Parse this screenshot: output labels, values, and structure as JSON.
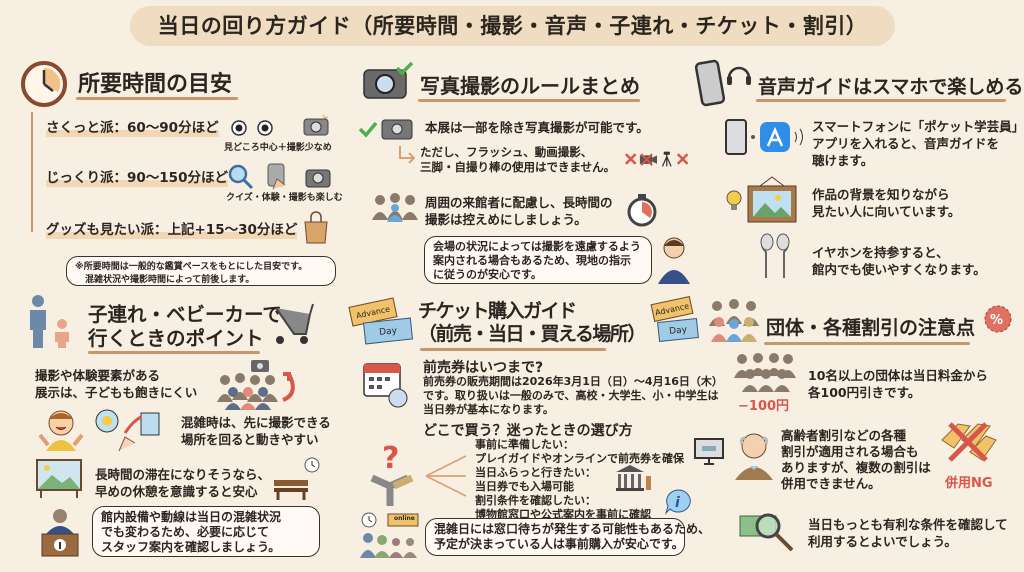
{
  "title": "当日の回り方ガイド（所要時間・撮影・音声・子連れ・チケット・割引）",
  "time": {
    "heading": "所要時間の目安",
    "items": [
      {
        "label": "さくっと派：60〜90分ほど",
        "caption": "見どころ中心＋撮影少なめ"
      },
      {
        "label": "じっくり派：90〜150分ほど",
        "caption": "クイズ・体験・撮影も楽しむ"
      },
      {
        "label": "グッズも見たい派：上記+15〜30分ほど"
      }
    ],
    "note": [
      "※所要時間は一般的な鑑賞ペースをもとにした目安です。",
      "混雑状況や撮影時間によって前後します。"
    ]
  },
  "photo": {
    "heading": "写真撮影のルールまとめ",
    "allowed": "本展は一部を除き写真撮影が可能です。",
    "restriction": [
      "ただし、フラッシュ、動画撮影、",
      "三脚・自撮り棒の使用はできません。"
    ],
    "consideration": [
      "周囲の来館者に配慮し、長時間の",
      "撮影は控えめにしましょう。"
    ],
    "bubble": [
      "会場の状況によっては撮影を遠慮するよう",
      "案内される場合もあるため、現地の指示",
      "に従うのが安心です。"
    ]
  },
  "audio": {
    "heading": "音声ガイドはスマホで楽しめる",
    "items": [
      [
        "スマートフォンに「ポケット学芸員」",
        "アプリを入れると、音声ガイドを",
        "聴けます。"
      ],
      [
        "作品の背景を知りながら",
        "見たい人に向いています。"
      ],
      [
        "イヤホンを持参すると、",
        "館内でも使いやすくなります。"
      ]
    ]
  },
  "kids": {
    "heading": [
      "子連れ・ベビーカーで",
      "行くときのポイント"
    ],
    "items": [
      [
        "撮影や体験要素がある",
        "展示は、子どもも飽きにくい"
      ],
      [
        "混雑時は、先に撮影できる",
        "場所を回ると動きやすい"
      ],
      [
        "長時間の滞在になりそうなら、",
        "早めの休憩を意識すると安心"
      ]
    ],
    "bubble": [
      "館内設備や動線は当日の混雑状況",
      "でも変わるため、必要に応じて",
      "スタッフ案内を確認しましょう。"
    ]
  },
  "ticket": {
    "heading": [
      "チケット購入ガイド",
      "（前売・当日・買える場所）"
    ],
    "ticket_labels": [
      "Advance",
      "Day"
    ],
    "advance_q": "前売券はいつまで?",
    "advance_body": [
      "前売券の販売期間は2026年3月1日（日）〜4月16日（木）",
      "です。取り扱いは一般のみで、高校・大学生、小・中学生は",
      "当日券が基本になります。"
    ],
    "where_q": "どこで買う？迷ったときの選び方",
    "options": [
      [
        "事前に準備したい：",
        "プレイガイドやオンラインで前売券を確保"
      ],
      [
        "当日ふらっと行きたい：",
        "当日券でも入場可能"
      ],
      [
        "割引条件を確認したい：",
        "博物館窓口や公式案内を事前に確認"
      ]
    ],
    "online_label": "online",
    "bubble": [
      "混雑日には窓口待ちが発生する可能性もあるため、",
      "予定が決まっている人は事前購入が安心です。"
    ]
  },
  "discount": {
    "heading": "団体・各種割引の注意点",
    "group": [
      "10名以上の団体は当日料金から",
      "各100円引きです。"
    ],
    "group_badge": "−100円",
    "senior": [
      "高齢者割引などの各種",
      "割引が適用される場合も",
      "ありますが、複数の割引は",
      "併用できません。"
    ],
    "ng_label": "併用NG",
    "best": [
      "当日もっとも有利な条件を確認して",
      "利用するとよいでしょう。"
    ]
  },
  "colors": {
    "accent": "#c9956a",
    "red": "#d9564a",
    "green": "#4caf50",
    "bg": "#f8efe3"
  }
}
